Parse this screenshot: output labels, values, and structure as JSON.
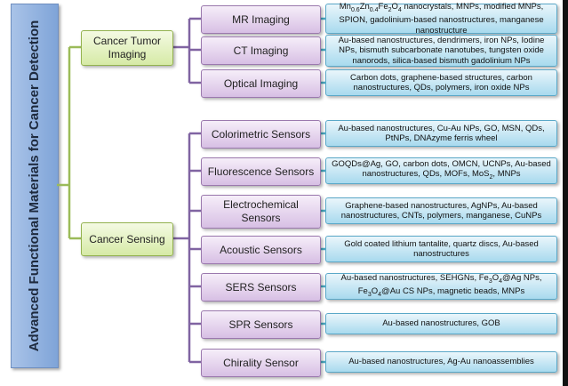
{
  "root": {
    "label": "Advanced Functional Materials for Cancer Detection"
  },
  "branches": [
    {
      "label": "Cancer Tumor Imaging"
    },
    {
      "label": "Cancer Sensing"
    }
  ],
  "techniques": [
    {
      "label": "MR Imaging",
      "materials": "Mn0.6Zn0.4Fe2O4 nanocrystals, MNPs, modified MNPs, SPION, gadolinium-based nanostructures, manganese nanostructure"
    },
    {
      "label": "CT Imaging",
      "materials": "Au-based nanostructures, dendrimers, iron NPs, Iodine NPs, bismuth subcarbonate nanotubes, tungsten oxide nanorods, silica-based bismuth gadolinium NPs"
    },
    {
      "label": "Optical Imaging",
      "materials": "Carbon dots, graphene-based structures, carbon nanostructures, QDs, polymers, iron oxide NPs"
    },
    {
      "label": "Colorimetric Sensors",
      "materials": "Au-based nanostructures, Cu-Au NPs, GO, MSN, QDs, PtNPs, DNAzyme ferris wheel"
    },
    {
      "label": "Fluorescence Sensors",
      "materials": "GOQDs@Ag, GO, carbon dots, OMCN, UCNPs, Au-based nanostructures, QDs, MOFs, MoS2, MNPs"
    },
    {
      "label": "Electrochemical Sensors",
      "materials": "Graphene-based nanostructures, AgNPs, Au-based nanostructures, CNTs, polymers, manganese, CuNPs"
    },
    {
      "label": "Acoustic Sensors",
      "materials": "Gold coated lithium tantalite, quartz discs, Au-based nanostructures"
    },
    {
      "label": "SERS Sensors",
      "materials": "Au-based nanostructures, SEHGNs, Fe3O4@Ag NPs, Fe3O4@Au CS NPs, magnetic beads, MNPs"
    },
    {
      "label": "SPR Sensors",
      "materials": "Au-based nanostructures, GOB"
    },
    {
      "label": "Chirality Sensor",
      "materials": "Au-based nanostructures, Ag-Au nanoassemblies"
    }
  ]
}
